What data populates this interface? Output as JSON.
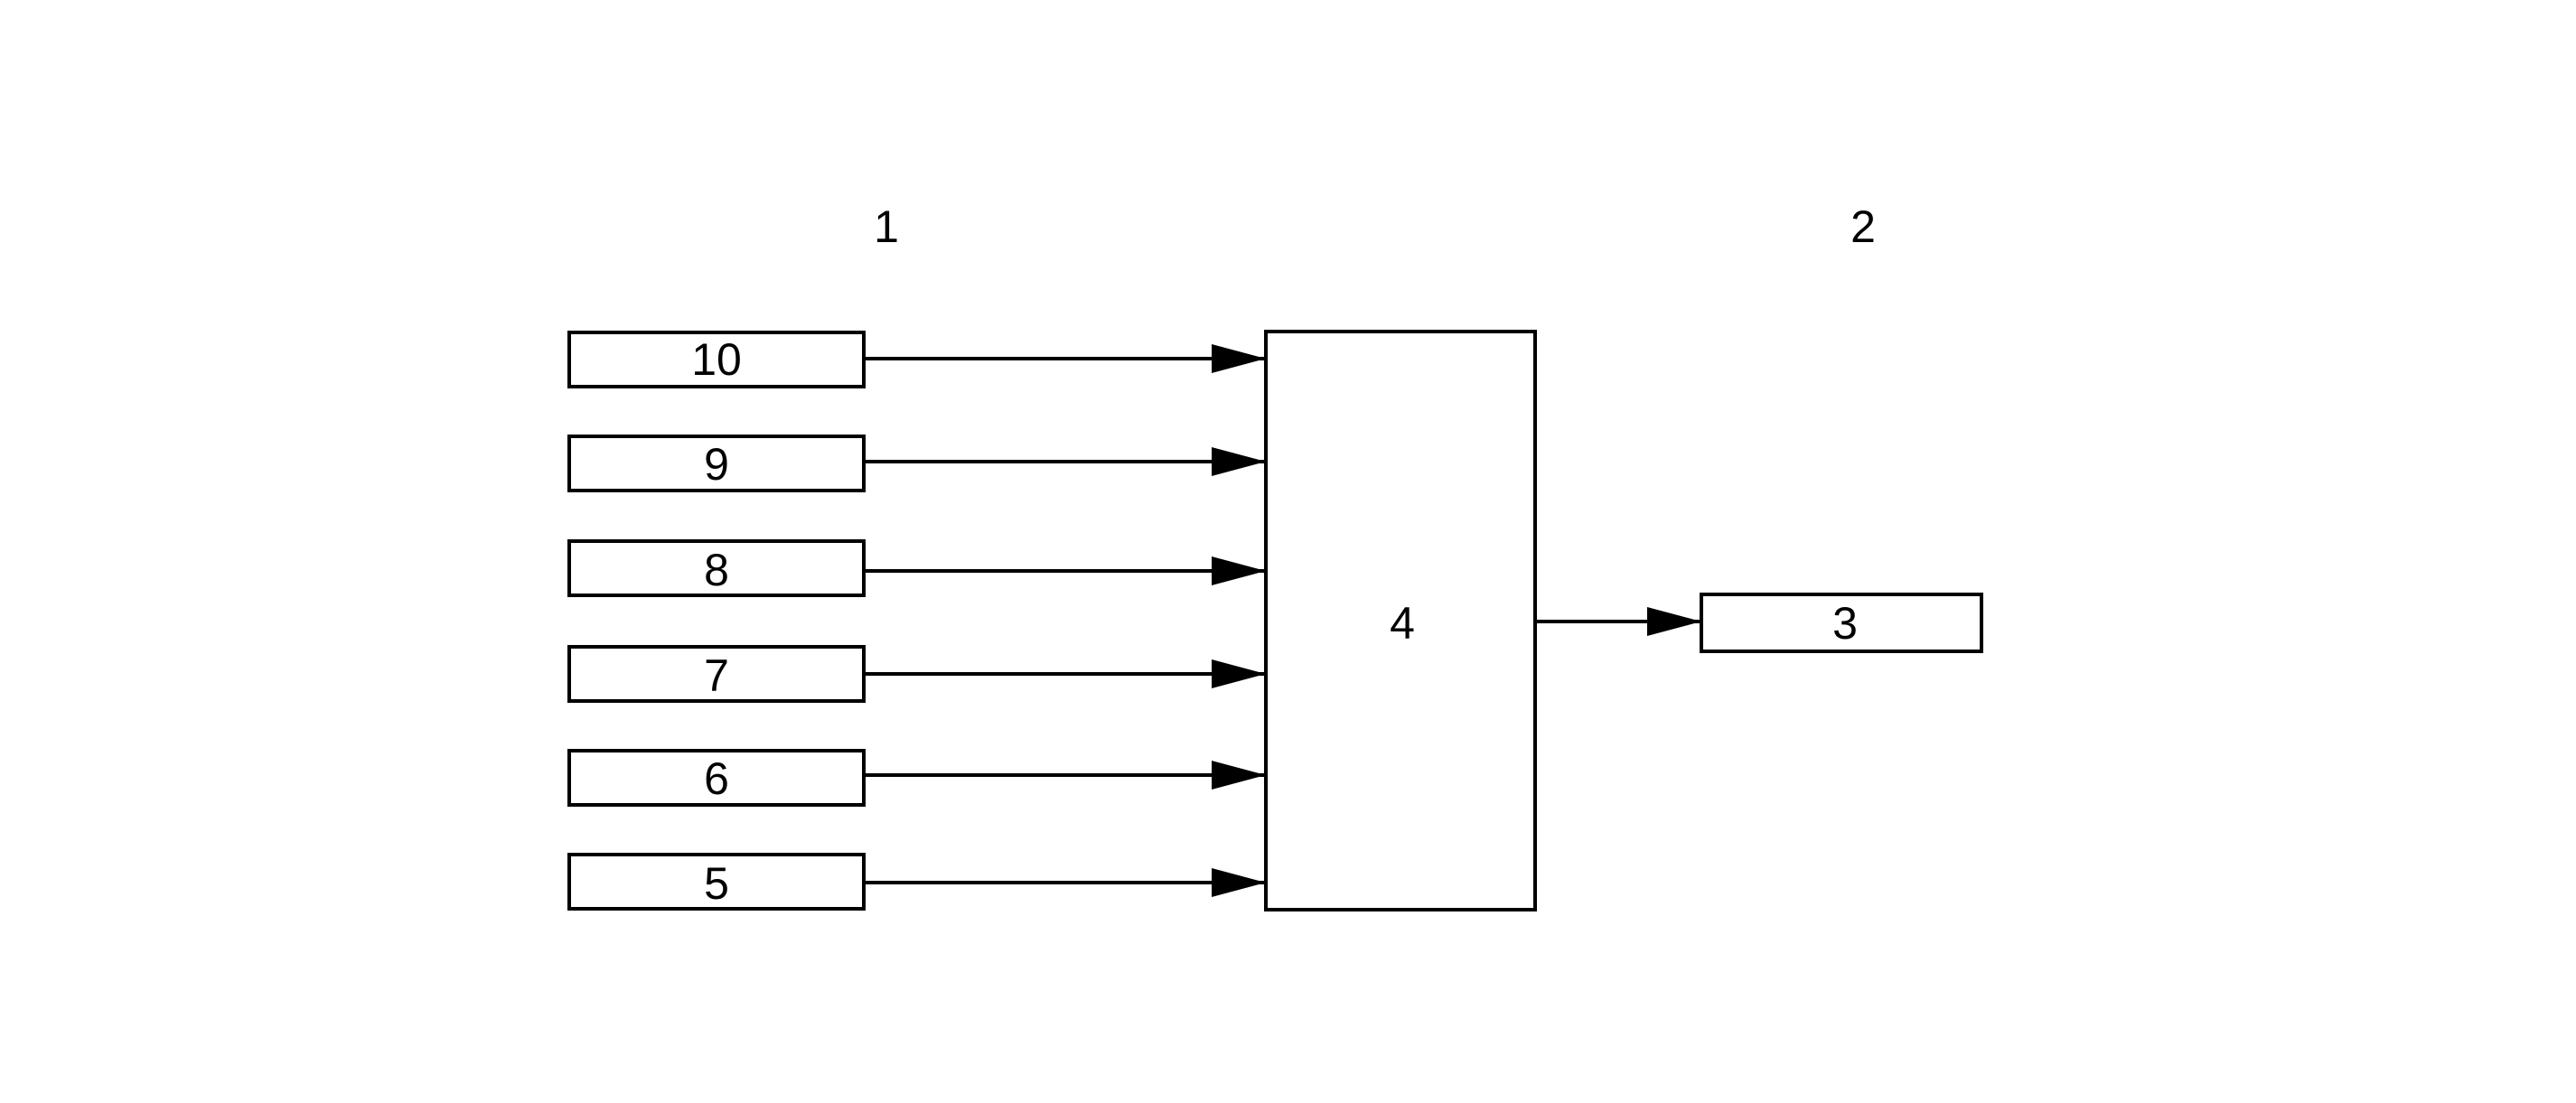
{
  "group_labels": {
    "left": "1",
    "right": "2"
  },
  "inputs": [
    {
      "label": "10"
    },
    {
      "label": "9"
    },
    {
      "label": "8"
    },
    {
      "label": "7"
    },
    {
      "label": "6"
    },
    {
      "label": "5"
    }
  ],
  "center_box": {
    "label": "4"
  },
  "output": {
    "label": "3"
  },
  "colors": {
    "stroke": "#000000",
    "background": "#ffffff"
  }
}
